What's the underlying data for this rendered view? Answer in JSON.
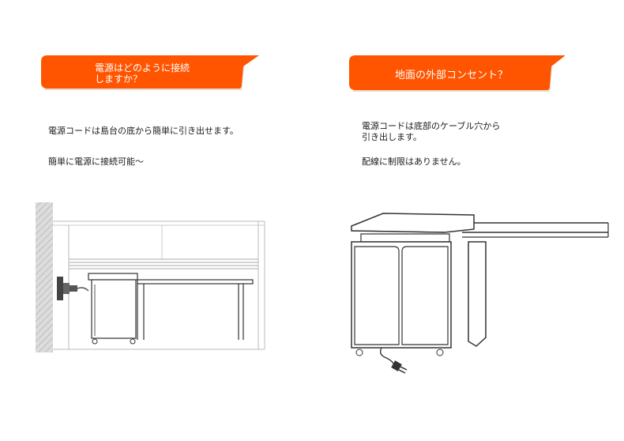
{
  "colors": {
    "accent": "#ff5500",
    "accent_shadow": "#e7dccf",
    "line": "#333333"
  },
  "left": {
    "heading": "電源はどのように接続\nしますか？",
    "line1": "電源コードは島台の底から簡単に引き出せます。",
    "line2": "簡単に電源に接続可能～"
  },
  "right": {
    "heading": "地面の外部コンセント？",
    "line1": "電源コードは底部のケーブル穴から\n引き出します。",
    "line2": "配線に制限はありません。"
  }
}
